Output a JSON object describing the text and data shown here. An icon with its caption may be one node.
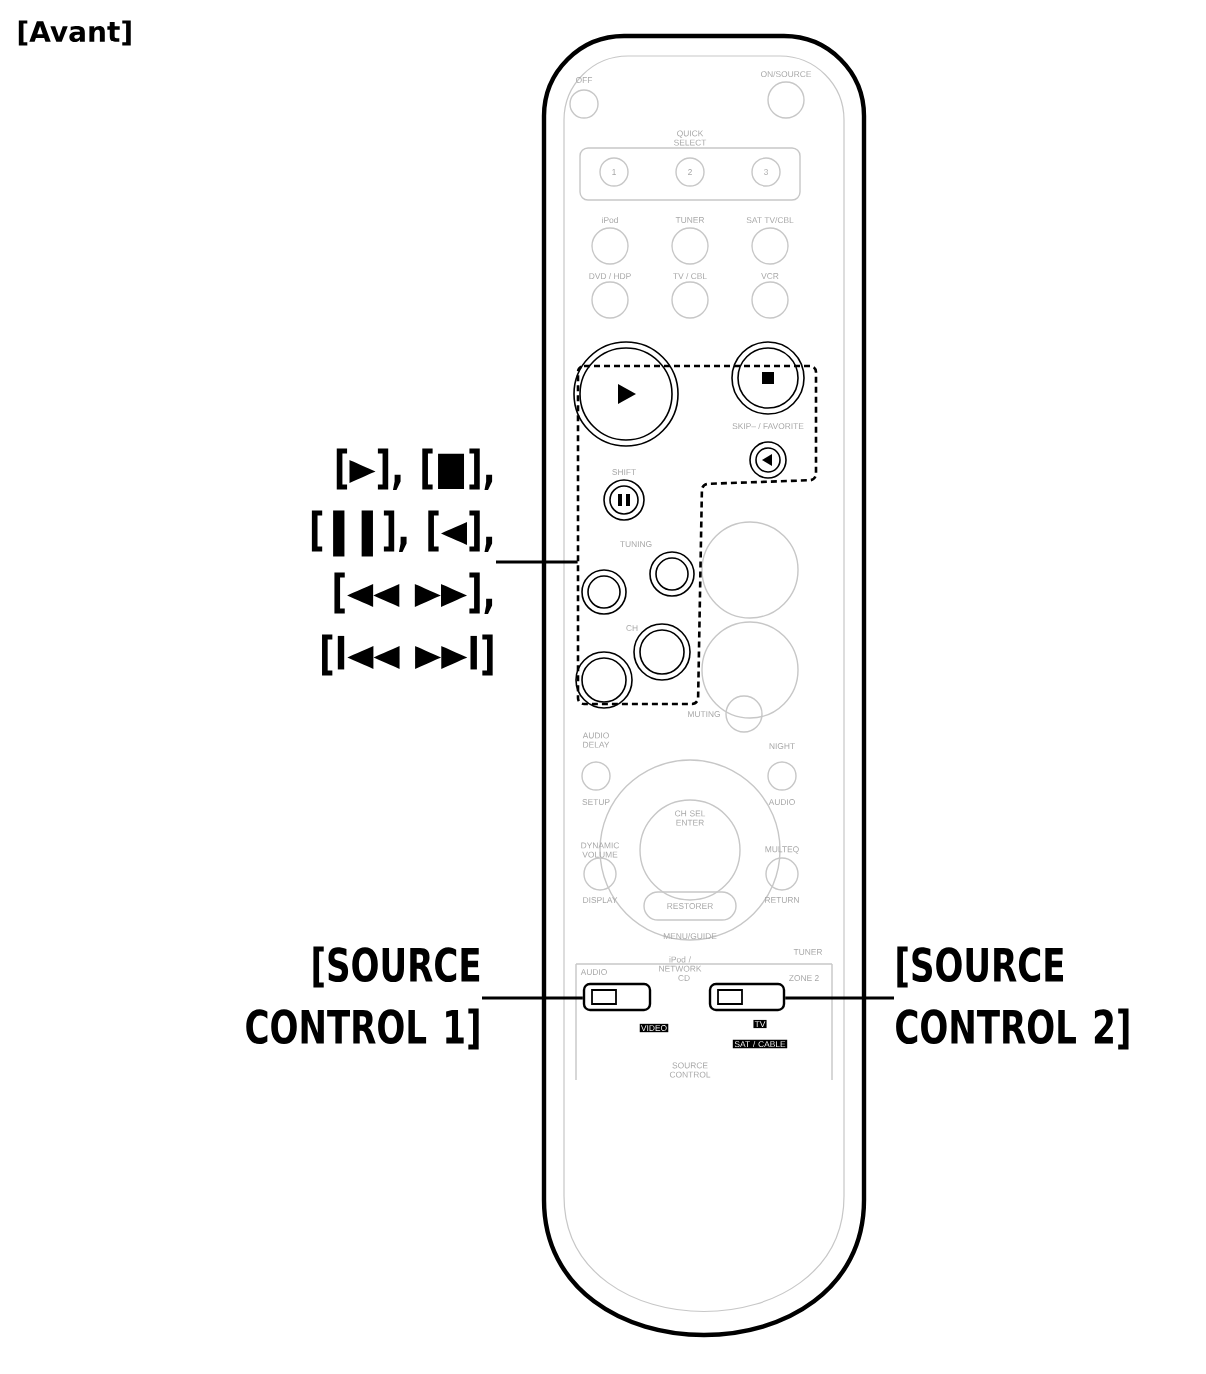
{
  "diagram": {
    "title": "[Avant]",
    "nodes": [
      {
        "text": [
          "[►], [■], [❚❚], [◄], [◄◄ ►►], [I◄◄ ►►I]"
        ]
      },
      {
        "text": [],
        "shape": "box"
      },
      {
        "text": [
          "[SOURCE CONTROL 1]"
        ]
      },
      {
        "text": [],
        "shape": "box"
      },
      {
        "text": [
          "[SOURCE CONTROL 2]"
        ]
      },
      {
        "text": [],
        "shape": "box"
      }
    ],
    "edges": [
      {
        "from": 0,
        "to": 1,
        "arrow": "none"
      },
      {
        "from": 2,
        "to": 3,
        "arrow": "none"
      },
      {
        "from": 4,
        "to": 5,
        "arrow": "none"
      }
    ],
    "labels": [
      "OFF",
      "ON/SOURCE",
      "QUICK SELECT",
      "1",
      "2",
      "3",
      "iPod",
      "TUNER",
      "SAT TV/CBL",
      "DVD / HDP",
      "TV / CBL",
      "VCR",
      "SKIP– / FAVORITE",
      "SHIFT",
      "TUNING",
      "CH",
      "MUTING",
      "AUDIO DELAY",
      "NIGHT",
      "SETUP",
      "AUDIO",
      "CH SEL ENTER",
      "DYNAMIC VOLUME",
      "MULTEQ",
      "DISPLAY",
      "RESTORER",
      "RETURN",
      "MENU/GUIDE",
      "iPod / NETWORK",
      "TUNER",
      "AUDIO",
      "CD",
      "ZONE 2",
      "VIDEO",
      "TV",
      "SAT / CABLE",
      "SOURCE CONTROL"
    ]
  }
}
